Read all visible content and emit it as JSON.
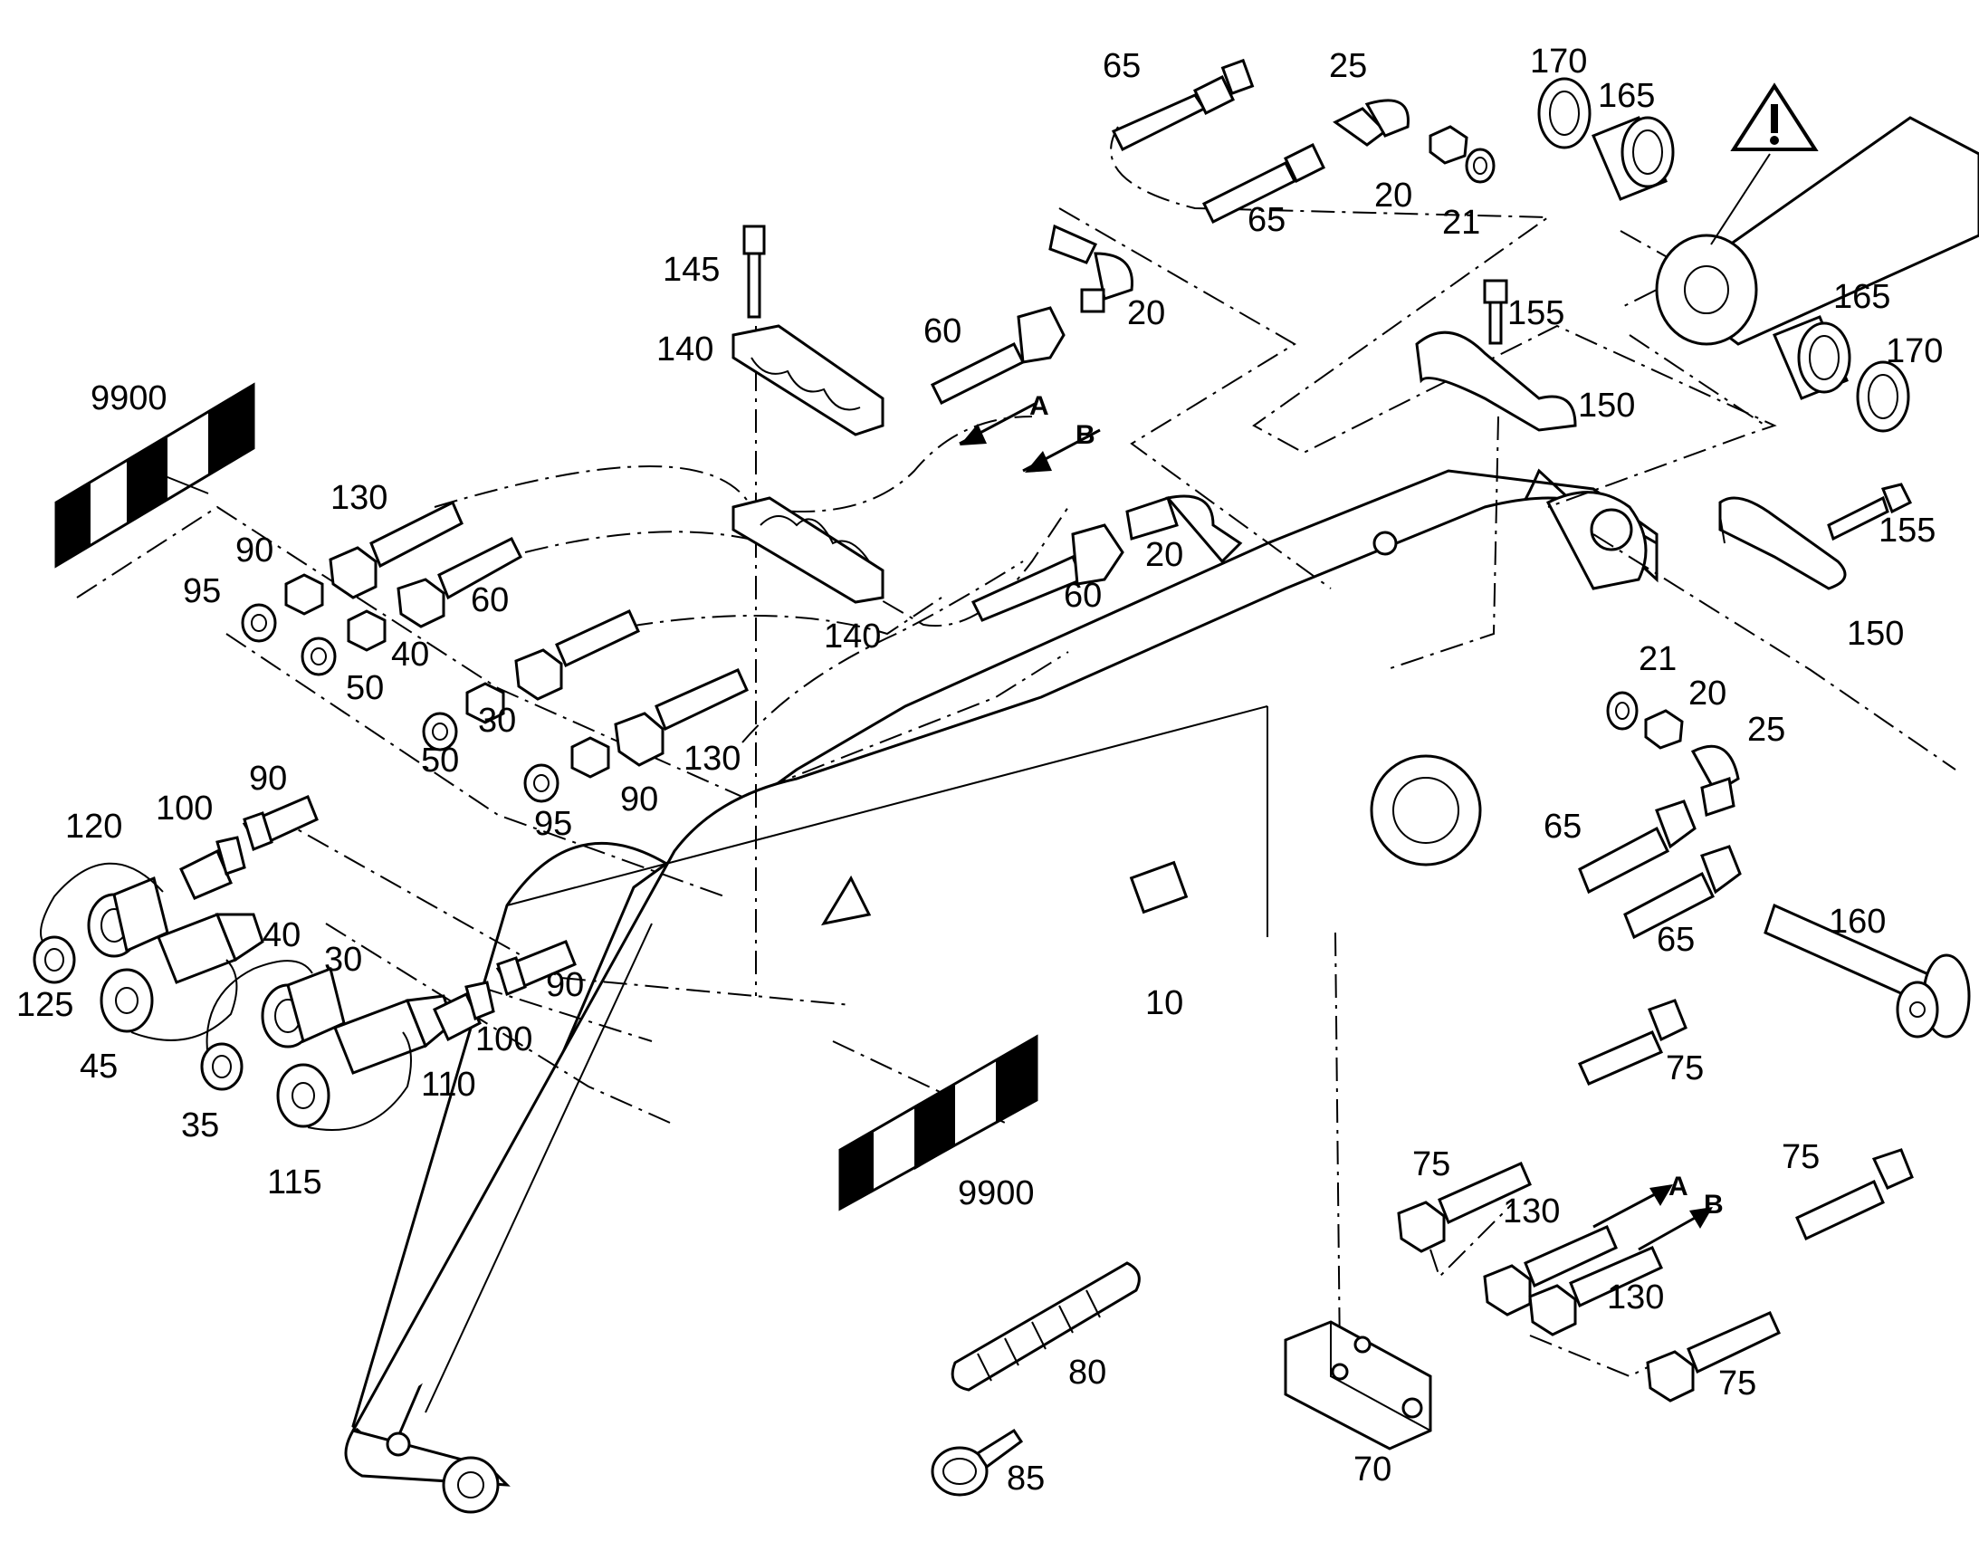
{
  "callouts": {
    "c65a": "65",
    "c25a": "25",
    "c170a": "170",
    "c165a": "165",
    "c65b": "65",
    "c20a": "20",
    "c21a": "21",
    "c145": "145",
    "c20b": "20",
    "c60a": "60",
    "c155a": "155",
    "c140a": "140",
    "c9900a": "9900",
    "c150a": "150",
    "c165b": "165",
    "c170b": "170",
    "c130a": "130",
    "c90a": "90",
    "c60b": "60",
    "c20c": "20",
    "c95a": "95",
    "c40a": "40",
    "c155b": "155",
    "c50a": "50",
    "c60c": "60",
    "c140b": "140",
    "c150b": "150",
    "c30a": "30",
    "c21b": "21",
    "c20d": "20",
    "c50b": "50",
    "c130b": "130",
    "c25b": "25",
    "c90b": "90",
    "c90c": "90",
    "c95b": "95",
    "c65c": "65",
    "c120": "120",
    "c100a": "100",
    "c65d": "65",
    "c160": "160",
    "c40b": "40",
    "c30b": "30",
    "c90d": "90",
    "c125": "125",
    "c100b": "100",
    "c10": "10",
    "c45": "45",
    "c110": "110",
    "c75a": "75",
    "c35": "35",
    "c115": "115",
    "c9900b": "9900",
    "c75b": "75",
    "c75c": "75",
    "c130c": "130",
    "c130d": "130",
    "c75d": "75",
    "c80": "80",
    "c70": "70",
    "c85": "85"
  },
  "flow_markers": {
    "a_top": "A",
    "b_top": "B",
    "a_bottom": "A",
    "b_bottom": "B"
  },
  "warning_icon": "warning-triangle-icon"
}
